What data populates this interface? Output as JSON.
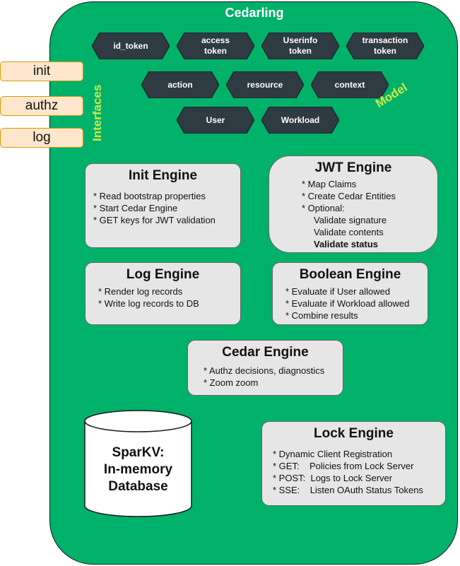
{
  "cedarling": {
    "title": "Cedarling"
  },
  "interfaces": {
    "label": "Interfaces",
    "items": [
      "init",
      "authz",
      "log"
    ]
  },
  "model": {
    "label": "Model",
    "row1": [
      {
        "l1": "id_token",
        "l2": ""
      },
      {
        "l1": "access",
        "l2": "token"
      },
      {
        "l1": "Userinfo",
        "l2": "token"
      },
      {
        "l1": "transaction",
        "l2": "token"
      }
    ],
    "row2": [
      "action",
      "resource",
      "context"
    ],
    "row3": [
      "User",
      "Workload"
    ]
  },
  "init_engine": {
    "title": "Init Engine",
    "lines": [
      "* Read bootstrap properties",
      "* Start Cedar Engine",
      "* GET keys for JWT validation"
    ]
  },
  "jwt_engine": {
    "title": "JWT Engine",
    "lines": [
      "* Map Claims",
      "* Create Cedar Entities",
      "* Optional:",
      "Validate signature",
      "Validate contents",
      "Validate status"
    ]
  },
  "log_engine": {
    "title": "Log Engine",
    "lines": [
      "* Render log records",
      "* Write log records to DB"
    ]
  },
  "boolean_engine": {
    "title": "Boolean Engine",
    "lines": [
      "* Evaluate if User allowed",
      "* Evaluate if Workload allowed",
      "* Combine results"
    ]
  },
  "cedar_engine": {
    "title": "Cedar Engine",
    "lines": [
      "* Authz decisions, diagnostics",
      "* Zoom zoom"
    ]
  },
  "database": {
    "lines": [
      "SparKV:",
      "In-memory",
      "Database"
    ]
  },
  "lock_engine": {
    "title": "Lock Engine",
    "lines": [
      "* Dynamic Client Registration",
      "* GET:    Policies from Lock Server",
      "* POST:  Logs to Lock Server",
      "* SSE:    Listen OAuth Status Tokens"
    ]
  },
  "colors": {
    "container": "#00b16a",
    "hexagon": "#2e3b42",
    "interface_fill": "#ffe6cc",
    "interface_border": "#d79b00",
    "label_accent": "#cfe94a",
    "engine_fill": "#e6e6e6"
  }
}
